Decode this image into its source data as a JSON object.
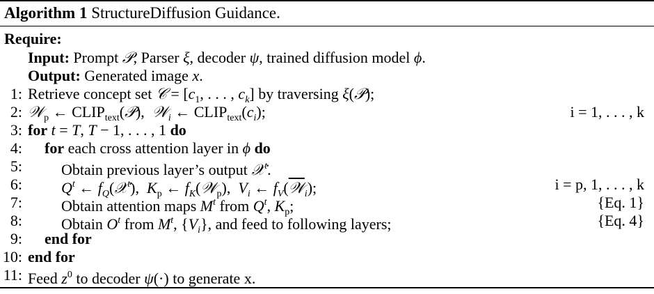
{
  "caption": {
    "label": "Algorithm 1",
    "title": "StructureDiffusion Guidance."
  },
  "require_label": "Require:",
  "input_label": "Input:",
  "input_text": "Prompt 𝒫, Parser ξ, decoder ψ, trained diffusion model ϕ.",
  "output_label": "Output:",
  "output_text": "Generated image x.",
  "steps": [
    {
      "num": "1:",
      "text": "Retrieve concept set 𝒞 = [c₁, . . . , cₖ] by traversing ξ(𝒫);",
      "right": ""
    },
    {
      "num": "2:",
      "text": "𝒲ₚ ← CLIPtext(𝒫),  𝒲ᵢ ← CLIPtext(cᵢ);",
      "right": "i = 1, . . . , k"
    },
    {
      "num": "3:",
      "text": "for t = T, T − 1, . . . , 1 do",
      "right": ""
    },
    {
      "num": "4:",
      "text": "for each cross attention layer in ϕ do",
      "right": ""
    },
    {
      "num": "5:",
      "text": "Obtain previous layer’s output 𝒳ᵗ.",
      "right": ""
    },
    {
      "num": "6:",
      "text": "Qᵗ ← f_Q(𝒳ᵗ),  Kₚ ← f_K(𝒲ₚ),  Vᵢ ← f_V(𝒲ᵢ);",
      "right": "i = p, 1, . . . , k"
    },
    {
      "num": "7:",
      "text": "Obtain attention maps Mᵗ from Qᵗ, Kₚ;",
      "right": "{Eq. 1}"
    },
    {
      "num": "8:",
      "text": "Obtain Oᵗ from Mᵗ, {Vᵢ}, and feed to following layers;",
      "right": "{Eq. 4}"
    },
    {
      "num": "9:",
      "text": "end for",
      "right": ""
    },
    {
      "num": "10:",
      "text": "end for",
      "right": ""
    },
    {
      "num": "11:",
      "text": "Feed z⁰ to decoder ψ(·) to generate x.",
      "right": ""
    }
  ]
}
